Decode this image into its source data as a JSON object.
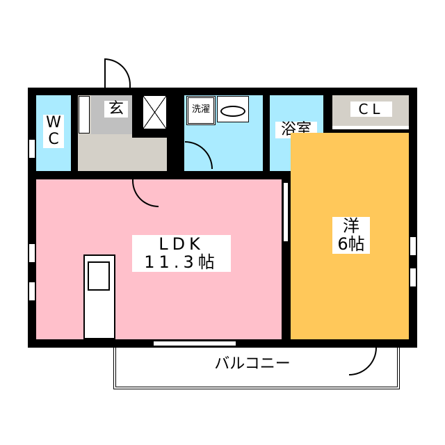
{
  "rooms": {
    "wc": {
      "label_1": "W",
      "label_2": "C"
    },
    "entrance": {
      "label": "玄"
    },
    "laundry": {
      "label": "洗濯"
    },
    "bath": {
      "label": "浴室"
    },
    "closet": {
      "label": "CL"
    },
    "western": {
      "label_1": "洋",
      "label_2": "6帖"
    },
    "ldk": {
      "label_1": "LDK",
      "label_2": "11.3帖"
    },
    "balcony": {
      "label": "バルコニー"
    }
  },
  "colors": {
    "wall": "#000000",
    "wet": "#AAEBFF",
    "ldk": "#FFC0CB",
    "western": "#FFC85A",
    "hall": "#D4D0C8",
    "genkan": "#C0C0C0"
  }
}
